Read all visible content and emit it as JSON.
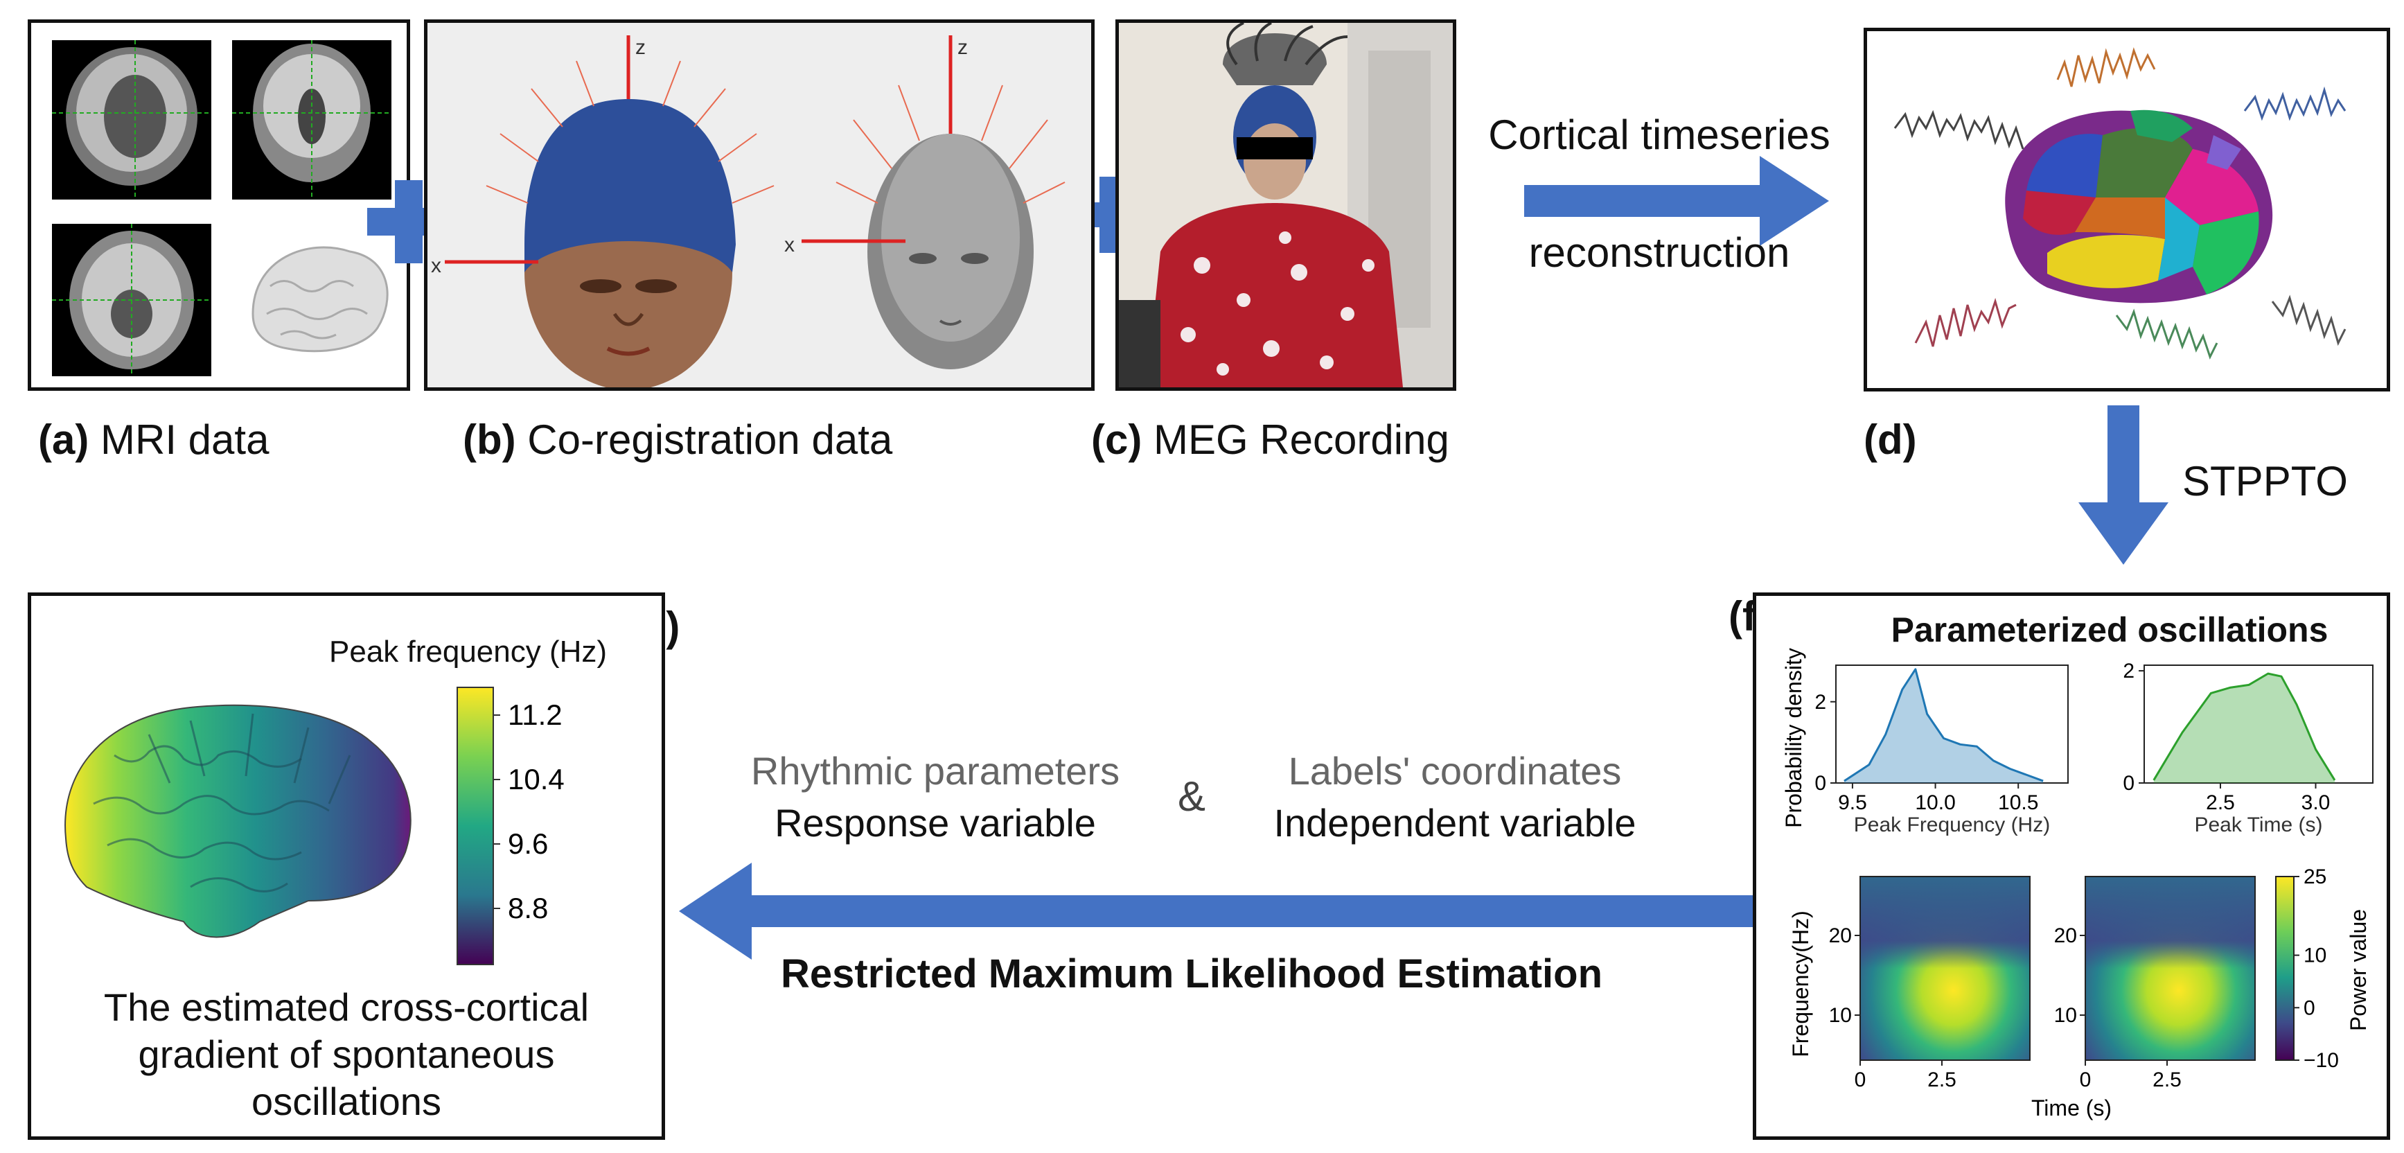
{
  "panels": {
    "a": {
      "letter": "(a)",
      "title": "MRI data"
    },
    "b": {
      "letter": "(b)",
      "title": "Co-registration data",
      "axis_z": "z",
      "axis_x": "x"
    },
    "c": {
      "letter": "(c)",
      "title": "MEG Recording"
    },
    "d": {
      "letter": "(d)"
    },
    "e": {
      "letter": "(e)",
      "colorbar_title": "Peak frequency (Hz)",
      "colorbar_ticks": [
        "11.2",
        "10.4",
        "9.6",
        "8.8"
      ],
      "caption": [
        "The estimated cross-cortical",
        "gradient of spontaneous",
        "oscillations"
      ]
    },
    "f": {
      "letter": "(f)",
      "title": "Parameterized oscillations"
    }
  },
  "arrows": {
    "cortical_label_1": "Cortical timeseries",
    "cortical_label_2": "reconstruction",
    "stppto_label": "STPPTO",
    "rmle_label": "Restricted Maximum Likelihood Estimation"
  },
  "middle": {
    "rhythmic": "Rhythmic parameters",
    "response": "Response variable",
    "ampersand": "&",
    "labels_coord": "Labels' coordinates",
    "independent": "Independent variable"
  },
  "chart_data": [
    {
      "type": "area",
      "xlabel": "Peak Frequency (Hz)",
      "ylabel": "Probability density",
      "xlim": [
        9.4,
        10.8
      ],
      "ylim": [
        0,
        2.9
      ],
      "xticks": [
        "9.5",
        "10.0",
        "10.5"
      ],
      "yticks": [
        "0",
        "2"
      ],
      "color": "#1f77b4",
      "x": [
        9.45,
        9.6,
        9.7,
        9.8,
        9.88,
        9.95,
        10.05,
        10.15,
        10.25,
        10.35,
        10.45,
        10.55,
        10.65
      ],
      "y": [
        0.05,
        0.45,
        1.2,
        2.3,
        2.8,
        1.7,
        1.1,
        0.95,
        0.9,
        0.55,
        0.35,
        0.2,
        0.05
      ]
    },
    {
      "type": "area",
      "xlabel": "Peak Time (s)",
      "xlim": [
        2.1,
        3.3
      ],
      "ylim": [
        0,
        2.1
      ],
      "xticks": [
        "2.5",
        "3.0"
      ],
      "yticks": [
        "0",
        "2"
      ],
      "color": "#2ca02c",
      "x": [
        2.15,
        2.3,
        2.45,
        2.55,
        2.65,
        2.75,
        2.82,
        2.9,
        3.0,
        3.1
      ],
      "y": [
        0.05,
        0.9,
        1.6,
        1.7,
        1.75,
        1.95,
        1.9,
        1.4,
        0.6,
        0.05
      ]
    },
    {
      "type": "heatmap",
      "xlabel": "Time (s)",
      "ylabel": "Frequency(Hz)",
      "xticks": [
        "0",
        "2.5"
      ],
      "yticks": [
        "20",
        "10"
      ],
      "colorbar_label": "Power value",
      "colorbar_ticks": [
        "25",
        "10",
        "0",
        "−10"
      ],
      "clim": [
        -10,
        25
      ]
    }
  ]
}
